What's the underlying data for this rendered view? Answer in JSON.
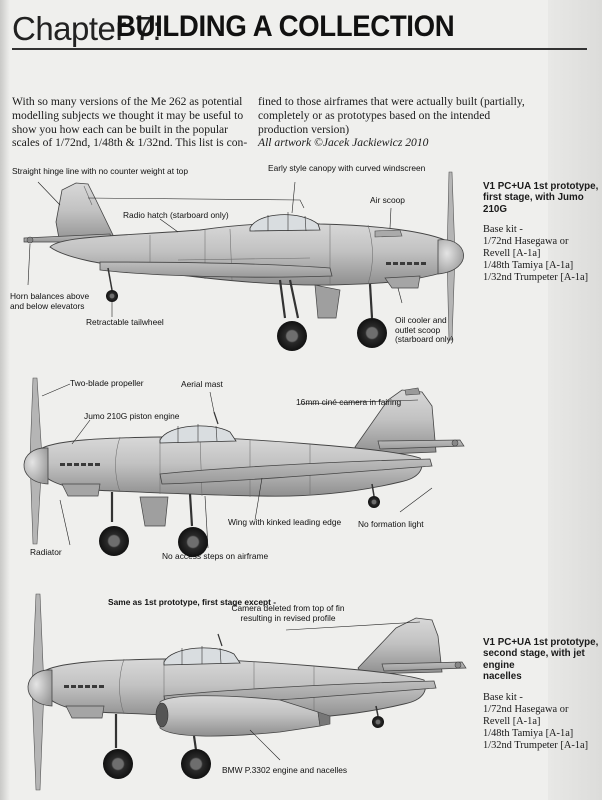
{
  "header": {
    "chapter": "Chapter 7:",
    "title": "BUILDING A COLLECTION"
  },
  "intro": {
    "left": "With so many versions of the Me 262 as potential modelling subjects we thought it may be useful to show you how each can be built in the popular scales of 1/72nd, 1/48th & 1/32nd. This list is con-",
    "right": "fined to those airframes that were actually built (partially, completely or as prototypes based on the intended production version)",
    "credit": "All artwork ©Jacek Jackiewicz 2010"
  },
  "aircraft1": {
    "labels": {
      "hinge": "Straight hinge line with no counter weight at top",
      "canopy": "Early style canopy with curved windscreen",
      "radio": "Radio hatch (starboard only)",
      "air_scoop": "Air scoop",
      "horn_1": "Horn balances above",
      "horn_2": "and below elevators",
      "tailwheel": "Retractable tailwheel",
      "oil_1": "Oil cooler and",
      "oil_2": "outlet scoop",
      "oil_3": "(starboard only)"
    },
    "side": {
      "title_1": "V1 PC+UA 1st prototype,",
      "title_2": "first stage, with Jumo 210G",
      "kits": [
        "Base kit -",
        "1/72nd Hasegawa or",
        "Revell [A-1a]",
        "1/48th Tamiya [A-1a]",
        "1/32nd Trumpeter [A-1a]"
      ]
    }
  },
  "aircraft2": {
    "labels": {
      "propeller": "Two-blade propeller",
      "mast": "Aerial mast",
      "camera": "16mm ciné camera in fairing",
      "engine": "Jumo 210G piston engine",
      "radiator": "Radiator",
      "wing_1": "Wing with kinked leading edge",
      "steps": "No access steps on airframe",
      "formation": "No formation light"
    }
  },
  "aircraft3": {
    "labels": {
      "same": "Same as 1st prototype, first stage except -",
      "camera_1": "Camera deleted from top of fin",
      "camera_2": "resulting in revised profile",
      "bmw": "BMW P.3302 engine and nacelles"
    },
    "side": {
      "title_1": "V1 PC+UA 1st prototype,",
      "title_2": "second stage, with jet engine",
      "title_3": "nacelles",
      "kits": [
        "Base kit -",
        "1/72nd Hasegawa or",
        "Revell [A-1a]",
        "1/48th Tamiya [A-1a]",
        "1/32nd Trumpeter [A-1a]"
      ]
    }
  }
}
